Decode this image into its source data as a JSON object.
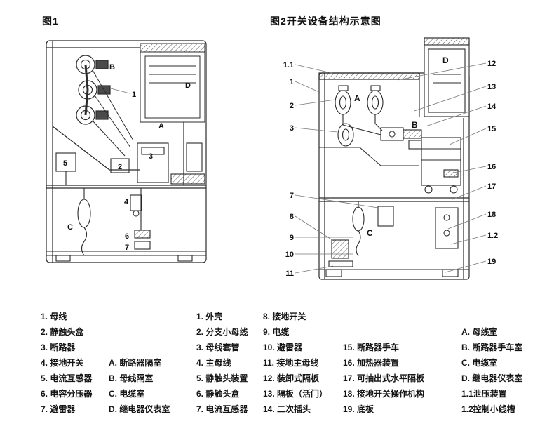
{
  "figure1": {
    "title": "图1",
    "labels": [
      "B",
      "1",
      "D",
      "A",
      "3",
      "2",
      "5",
      "4",
      "C",
      "6",
      "7"
    ]
  },
  "figure2": {
    "title": "图2开关设备结构示意图",
    "left_labels": [
      "1.1",
      "1",
      "2",
      "3",
      "7",
      "8",
      "9",
      "10",
      "11"
    ],
    "right_labels": [
      "12",
      "13",
      "14",
      "15",
      "16",
      "17",
      "18",
      "1.2",
      "19"
    ],
    "compartments": [
      "A",
      "B",
      "C",
      "D"
    ]
  },
  "legend": {
    "fig1_parts": [
      "1. 母线",
      "2. 静触头盒",
      "3. 断路器",
      "4. 接地开关",
      "5. 电流互感器",
      "6. 电容分压器",
      "7. 避雷器"
    ],
    "fig1_compartments": [
      "A. 断路器隔室",
      "B. 母线隔室",
      "C. 电缆室",
      "D. 继电器仪表室"
    ],
    "fig2_parts_a": [
      "1. 外壳",
      "2. 分支小母线",
      "3. 母线套管",
      "4. 主母线",
      "5. 静触头装置",
      "6. 静触头盒",
      "7. 电流互感器"
    ],
    "fig2_parts_b": [
      "8. 接地开关",
      "9. 电缆",
      "10. 避雷器",
      "11. 接地主母线",
      "12. 装卸式隔板",
      "13. 隔板（活门）",
      "14. 二次插头"
    ],
    "fig2_parts_c": [
      "15. 断路器手车",
      "16. 加热器装置",
      "17. 可抽出式水平隔板",
      "18. 接地开关操作机构",
      "19. 底板"
    ],
    "fig2_compartments": [
      "A. 母线室",
      "B. 断路器手车室",
      "C. 电缆室",
      "D. 继电器仪表室",
      "1.1泄压装置",
      "1.2控制小线槽"
    ]
  },
  "colors": {
    "background": "#ffffff",
    "line": "#2b2b2b",
    "leader": "#777777",
    "text": "#111111"
  }
}
